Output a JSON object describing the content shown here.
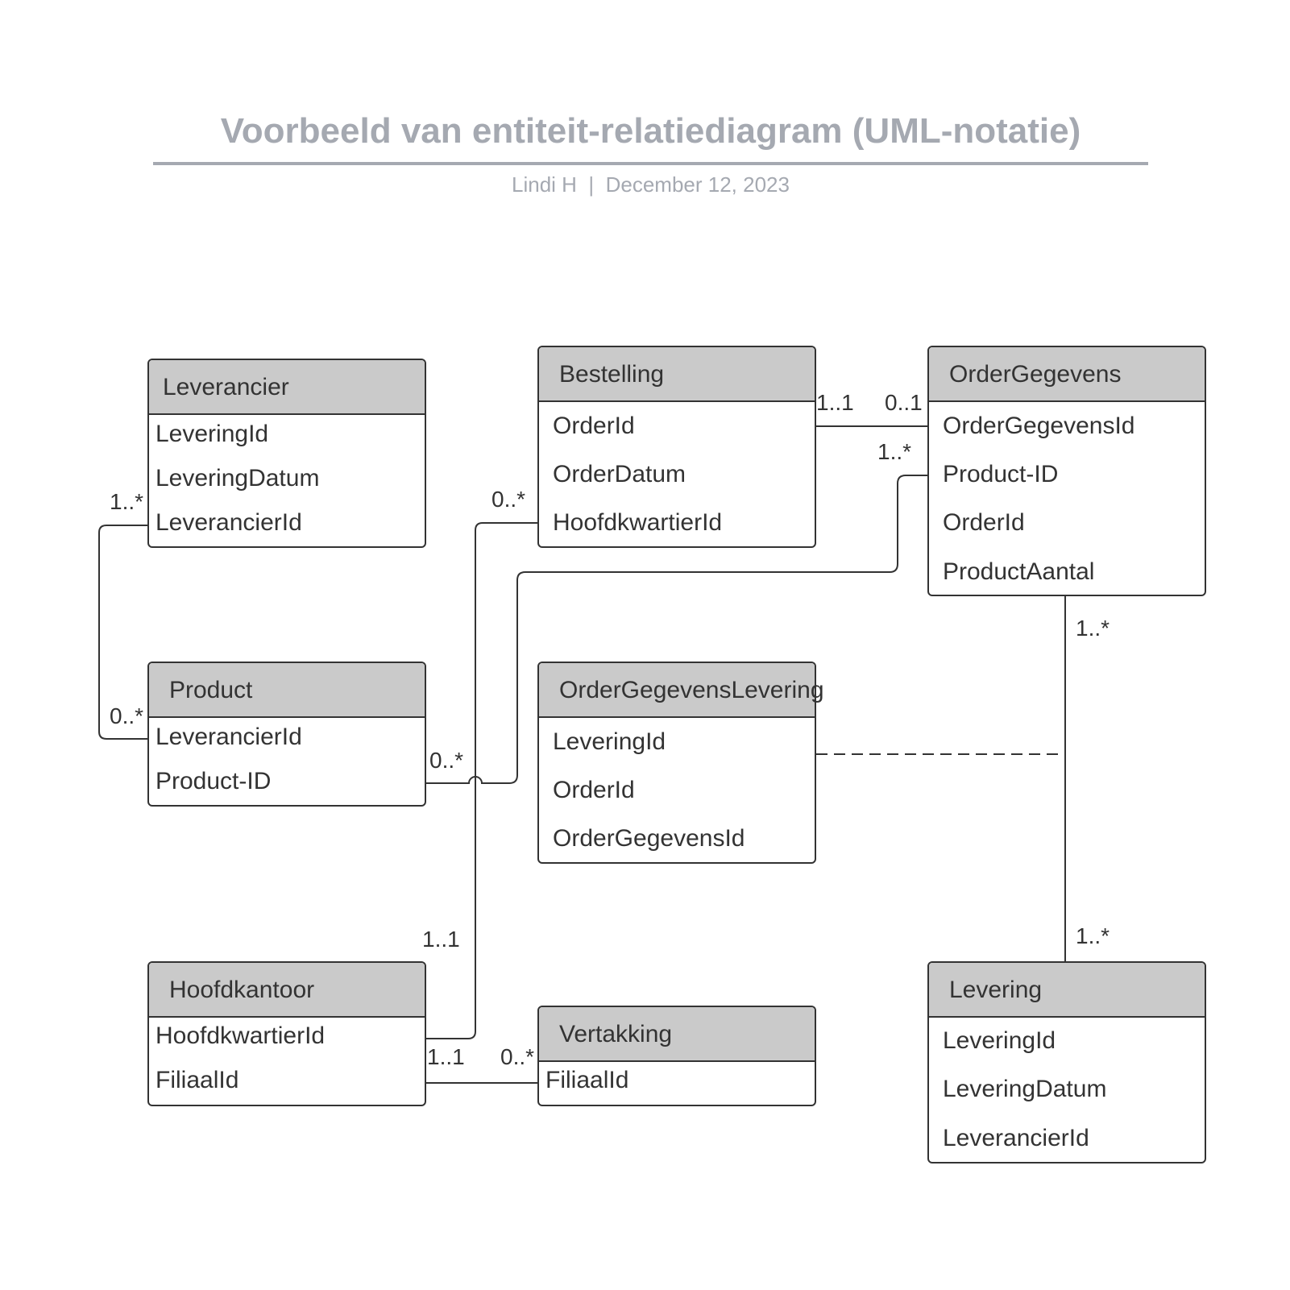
{
  "header": {
    "title": "Voorbeeld van entiteit-relatiediagram (UML-notatie)",
    "author": "Lindi H",
    "separator": "|",
    "date": "December 12, 2023"
  },
  "entities": {
    "leverancier": {
      "name": "Leverancier",
      "attributes": [
        "LeveringId",
        "LeveringDatum",
        "LeverancierId"
      ]
    },
    "bestelling": {
      "name": "Bestelling",
      "attributes": [
        "OrderId",
        "OrderDatum",
        "HoofdkwartierId"
      ]
    },
    "ordergegevens": {
      "name": "OrderGegevens",
      "attributes": [
        "OrderGegevensId",
        "Product-ID",
        "OrderId",
        "ProductAantal"
      ]
    },
    "product": {
      "name": "Product",
      "attributes": [
        "LeverancierId",
        "Product-ID"
      ]
    },
    "ordergegevenslevering": {
      "name": "OrderGegevensLevering",
      "attributes": [
        "LeveringId",
        "OrderId",
        "OrderGegevensId"
      ]
    },
    "hoofdkantoor": {
      "name": "Hoofdkantoor",
      "attributes": [
        "HoofdkwartierId",
        "FiliaalId"
      ]
    },
    "vertakking": {
      "name": "Vertakking",
      "attributes": [
        "FiliaalId"
      ]
    },
    "levering": {
      "name": "Levering",
      "attributes": [
        "LeveringId",
        "LeveringDatum",
        "LeverancierId"
      ]
    }
  },
  "relationships": [
    {
      "from": "Leverancier",
      "to": "Product",
      "from_multiplicity": "1..*",
      "to_multiplicity": "0..*"
    },
    {
      "from": "Bestelling",
      "to": "OrderGegevens",
      "from_multiplicity": "1..1",
      "to_multiplicity": "0..1"
    },
    {
      "from": "OrderGegevens",
      "to": "Product",
      "from_multiplicity": "1..*",
      "to_multiplicity": "0..*"
    },
    {
      "from": "Bestelling",
      "to": "Hoofdkantoor",
      "from_multiplicity": "0..*",
      "to_multiplicity": "1..1"
    },
    {
      "from": "Hoofdkantoor",
      "to": "Vertakking",
      "from_multiplicity": "1..1",
      "to_multiplicity": "0..*"
    },
    {
      "from": "OrderGegevens",
      "to": "Levering",
      "from_multiplicity": "1..*",
      "to_multiplicity": "1..*"
    },
    {
      "from": "OrderGegevensLevering",
      "to": "OrderGegevens–Levering",
      "association_class": true
    }
  ],
  "colors": {
    "title": "#a5a9b1",
    "header_fill": "#cacaca",
    "line": "#333333",
    "text": "#333333"
  }
}
